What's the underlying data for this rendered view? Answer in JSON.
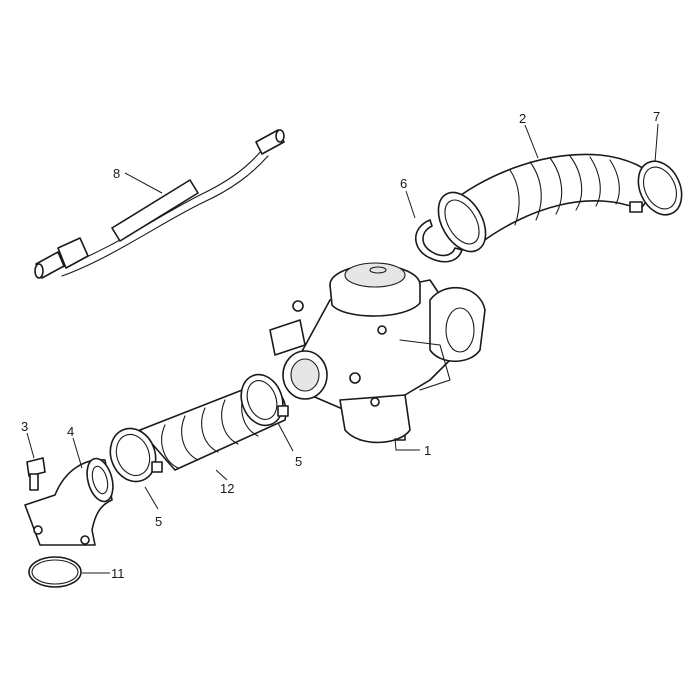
{
  "diagram": {
    "callouts": {
      "c1": "1",
      "c2": "2",
      "c3": "3",
      "c4": "4",
      "c5a": "5",
      "c5b": "5",
      "c6": "6",
      "c7": "7",
      "c8": "8",
      "c11": "11",
      "c12": "12"
    },
    "colors": {
      "line": "#1a1a1a",
      "fill": "#ffffff",
      "shade": "#e6e6e6"
    }
  }
}
